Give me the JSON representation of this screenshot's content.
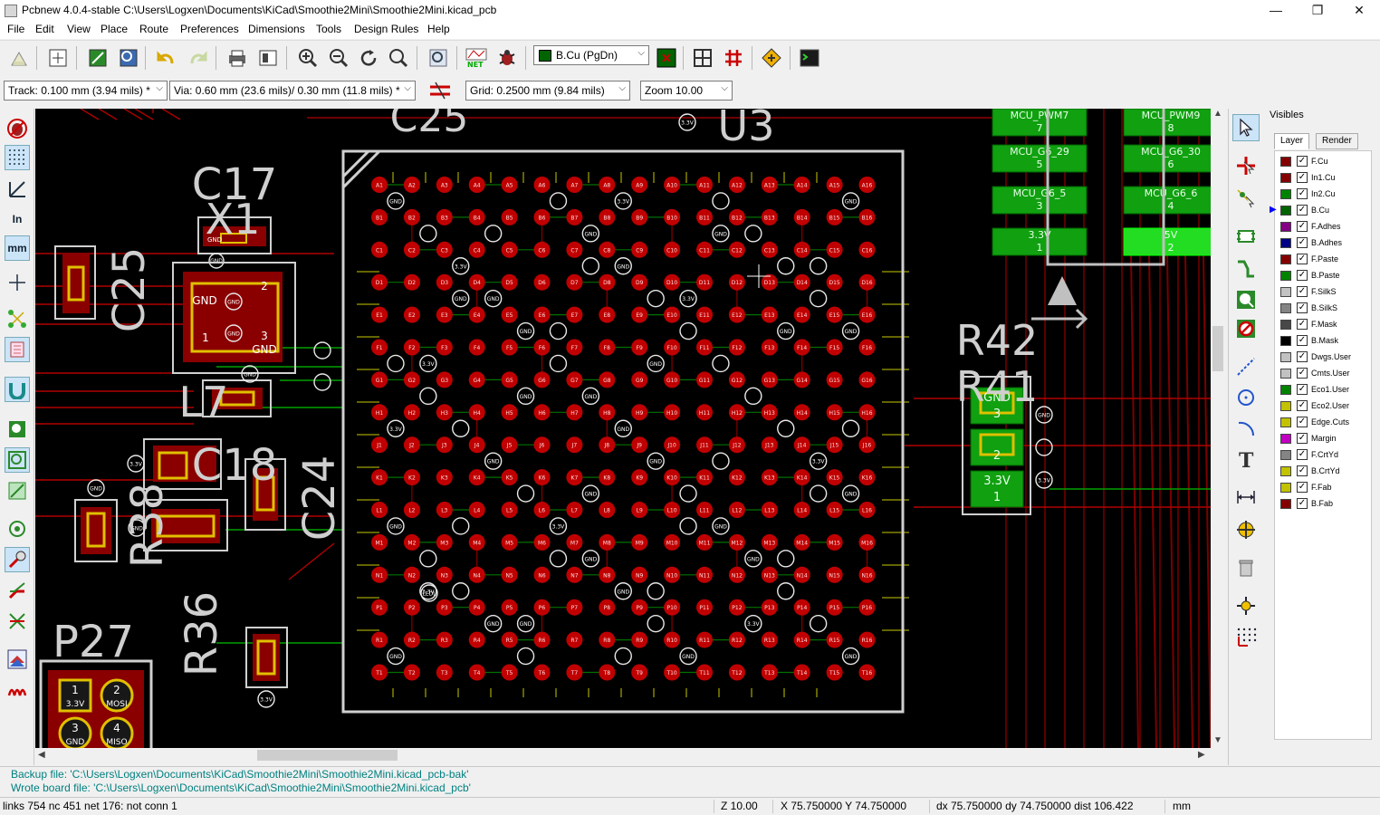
{
  "window": {
    "title": "Pcbnew 4.0.4-stable C:\\Users\\Logxen\\Documents\\KiCad\\Smoothie2Mini\\Smoothie2Mini.kicad_pcb",
    "minimize": "—",
    "maximize": "❐",
    "close": "✕"
  },
  "menu": [
    "File",
    "Edit",
    "View",
    "Place",
    "Route",
    "Preferences",
    "Dimensions",
    "Tools",
    "Design Rules",
    "Help"
  ],
  "toolbar": {
    "active_layer": "B.Cu (PgDn)",
    "active_layer_color": "#006400",
    "track": "Track: 0.100 mm (3.94 mils) *",
    "via": "Via: 0.60 mm (23.6 mils)/ 0.30 mm (11.8 mils) *",
    "grid": "Grid: 0.2500 mm (9.84 mils)",
    "zoom": "Zoom 10.00"
  },
  "lefttb": {
    "units_inch": "In",
    "units_mm": "mm"
  },
  "layers_panel": {
    "title": "Visibles",
    "tabs": [
      "Layer",
      "Render"
    ],
    "active_index": 3,
    "layers": [
      {
        "name": "F.Cu",
        "color": "#840000"
      },
      {
        "name": "In1.Cu",
        "color": "#840000"
      },
      {
        "name": "In2.Cu",
        "color": "#008400"
      },
      {
        "name": "B.Cu",
        "color": "#006400"
      },
      {
        "name": "F.Adhes",
        "color": "#840084"
      },
      {
        "name": "B.Adhes",
        "color": "#000084"
      },
      {
        "name": "F.Paste",
        "color": "#840000"
      },
      {
        "name": "B.Paste",
        "color": "#008400"
      },
      {
        "name": "F.SilkS",
        "color": "#c2c2c2"
      },
      {
        "name": "B.SilkS",
        "color": "#848484"
      },
      {
        "name": "F.Mask",
        "color": "#484848"
      },
      {
        "name": "B.Mask",
        "color": "#000000"
      },
      {
        "name": "Dwgs.User",
        "color": "#c2c2c2"
      },
      {
        "name": "Cmts.User",
        "color": "#c2c2c2"
      },
      {
        "name": "Eco1.User",
        "color": "#008400"
      },
      {
        "name": "Eco2.User",
        "color": "#c2c200"
      },
      {
        "name": "Edge.Cuts",
        "color": "#c2c200"
      },
      {
        "name": "Margin",
        "color": "#c200c2"
      },
      {
        "name": "F.CrtYd",
        "color": "#848484"
      },
      {
        "name": "B.CrtYd",
        "color": "#c2c200"
      },
      {
        "name": "F.Fab",
        "color": "#c2c200"
      },
      {
        "name": "B.Fab",
        "color": "#840000"
      }
    ]
  },
  "pcb": {
    "refs": {
      "c25_top": "C25",
      "u3": "U3",
      "c17": "C17",
      "x1": "X1",
      "c25": "C25",
      "l7": "L7",
      "c18": "C18",
      "r38": "R38",
      "c24": "C24",
      "p27": "P27",
      "r36": "R36",
      "r42": "R42",
      "r41": "R41"
    },
    "bga_rows": [
      "A",
      "B",
      "C",
      "D",
      "E",
      "F",
      "G",
      "H",
      "J",
      "K",
      "L",
      "M",
      "N",
      "P",
      "R",
      "T"
    ],
    "bga_cols": 16,
    "net_labels": {
      "gnd": "GND",
      "v33": "3.3V",
      "ledl": "LEDL",
      "mosi": "MOSI",
      "miso": "MISO"
    },
    "x1_pads": {
      "p1": "1",
      "p2": "2",
      "p3": "3",
      "gnd": "GND"
    },
    "p27_pads": [
      {
        "num": "1",
        "net": "3.3V"
      },
      {
        "num": "2",
        "net": "MOSI"
      },
      {
        "num": "3",
        "net": "GND"
      },
      {
        "num": "4",
        "net": "MISO"
      }
    ],
    "header_pins": [
      {
        "net": "MCU_PWM7",
        "num": "7"
      },
      {
        "net": "MCU_PWM9",
        "num": "8"
      },
      {
        "net": "MCU_G6_29",
        "num": "5"
      },
      {
        "net": "MCU_G6_30",
        "num": "6"
      },
      {
        "net": "MCU_G6_5",
        "num": "3"
      },
      {
        "net": "MCU_G6_6",
        "num": "4"
      },
      {
        "net": "3.3V",
        "num": "1"
      },
      {
        "net": "5V",
        "num": "2"
      }
    ],
    "r41_pads": [
      {
        "net": "GND",
        "num": "3"
      },
      {
        "net": "",
        "num": "2"
      },
      {
        "net": "3.3V",
        "num": "1"
      }
    ]
  },
  "messages": [
    "Backup file: 'C:\\Users\\Logxen\\Documents\\KiCad\\Smoothie2Mini\\Smoothie2Mini.kicad_pcb-bak'",
    "Wrote board file: 'C:\\Users\\Logxen\\Documents\\KiCad\\Smoothie2Mini\\Smoothie2Mini.kicad_pcb'"
  ],
  "status": {
    "links": "links 754 nc 451  net 176: not conn 1",
    "zoom": "Z 10.00",
    "xy": "X 75.750000  Y 74.750000",
    "dxy": "dx 75.750000  dy 74.750000  dist 106.422",
    "units": "mm"
  }
}
